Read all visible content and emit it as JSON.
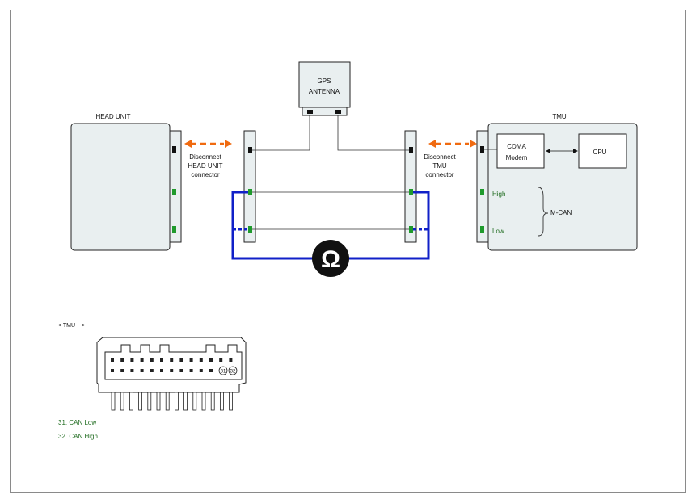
{
  "labels": {
    "head_unit": "HEAD UNIT",
    "gps_line1": "GPS",
    "gps_line2": "ANTENNA",
    "tmu": "TMU",
    "disconnect_head_line1": "Disconnect",
    "disconnect_head_line2": "HEAD UNIT",
    "disconnect_head_line3": "connector",
    "disconnect_tmu_line1": "Disconnect",
    "disconnect_tmu_line2": "TMU",
    "disconnect_tmu_line3": "connector",
    "cdma_line1": "CDMA",
    "cdma_line2": "Modem",
    "cpu": "CPU",
    "high": "High",
    "low": "Low",
    "mcan": "M-CAN",
    "ohm_symbol": "Ω",
    "connector_title": "< TMU    >",
    "pin31": "31",
    "pin32": "32",
    "legend_31": "31. CAN Low",
    "legend_32": "32. CAN High"
  },
  "colors": {
    "box_fill": "#e9eff0",
    "box_stroke": "#222222",
    "pin_green": "#1f9a2c",
    "pin_black": "#111111",
    "meter_blue": "#1020c8",
    "arrow_orange": "#f06a10",
    "legend_green": "#1e6b1e",
    "frame": "#8a8a8a"
  }
}
